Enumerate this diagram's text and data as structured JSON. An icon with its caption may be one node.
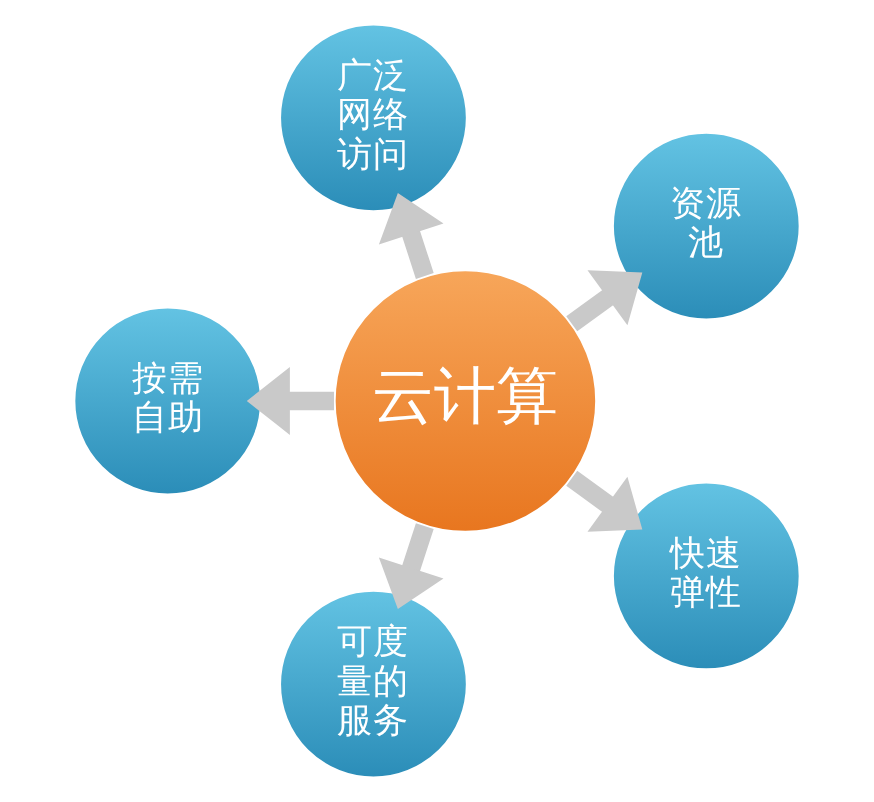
{
  "diagram": {
    "nodes": [
      {
        "text": [
          "广泛网络访问"
        ]
      },
      {
        "text": [
          "按需自助"
        ]
      },
      {
        "text": [
          "资源池"
        ]
      },
      {
        "text": [
          "云计算"
        ]
      },
      {
        "text": [
          "可度量的服务"
        ]
      },
      {
        "text": [
          "快速弹性"
        ]
      }
    ],
    "edges": [
      {
        "from": 3,
        "to": 0,
        "arrow": "to"
      },
      {
        "from": 3,
        "to": 2,
        "arrow": "to"
      },
      {
        "from": 3,
        "to": 5,
        "arrow": "to"
      },
      {
        "from": 3,
        "to": 4,
        "arrow": "to"
      },
      {
        "from": 3,
        "to": 1,
        "arrow": "to"
      }
    ]
  }
}
